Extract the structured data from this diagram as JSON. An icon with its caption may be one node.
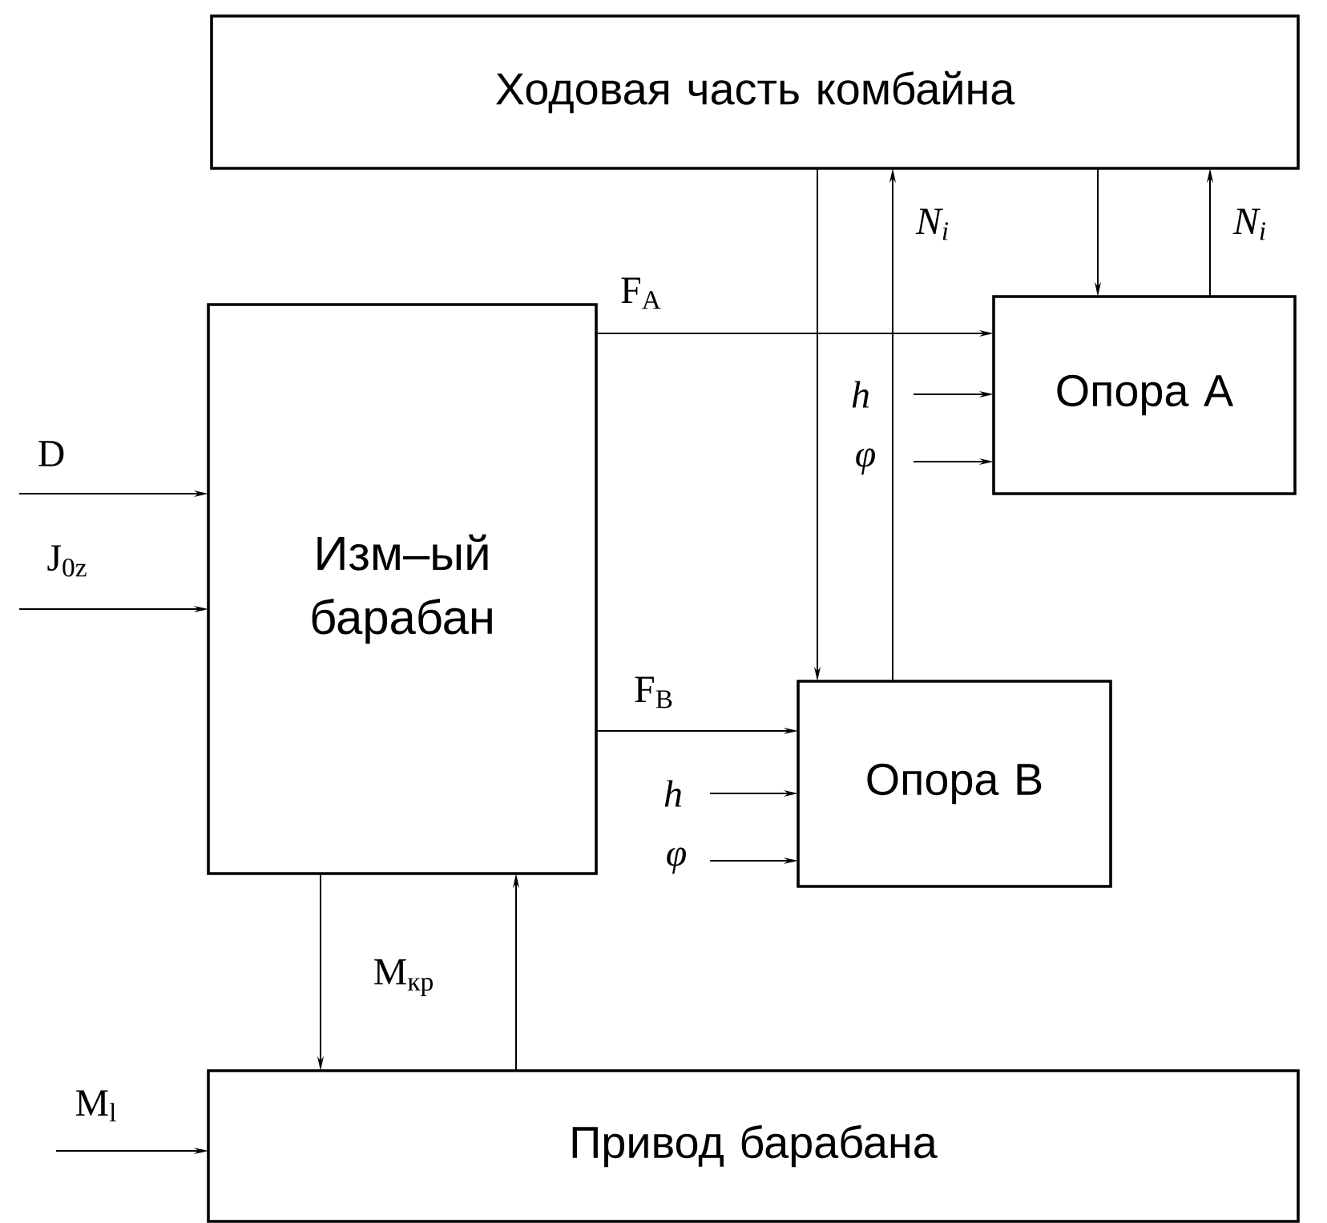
{
  "diagram": {
    "nodes": [
      {
        "text": [
          "Ходовая часть комбайна"
        ]
      },
      {
        "text": [
          "Изм–ый барабан"
        ]
      },
      {
        "text": [
          "Опора А"
        ]
      },
      {
        "text": [
          "Опора В"
        ]
      },
      {
        "text": [
          "Привод барабана"
        ]
      }
    ],
    "edges": [
      {
        "from": 1,
        "to": 2,
        "arrow": "to",
        "label": "F$_{A}$"
      },
      {
        "from": 1,
        "to": 3,
        "arrow": "to",
        "label": "F$_{B}$"
      },
      {
        "from": null,
        "to": 1,
        "arrow": "to",
        "label": "D"
      },
      {
        "from": null,
        "to": 1,
        "arrow": "to",
        "label": "J$_{0z}$"
      },
      {
        "from": null,
        "to": 2,
        "arrow": "to",
        "label": "h"
      },
      {
        "from": null,
        "to": 2,
        "arrow": "to",
        "label": "φ"
      },
      {
        "from": null,
        "to": 3,
        "arrow": "to",
        "label": "h"
      },
      {
        "from": null,
        "to": 3,
        "arrow": "to",
        "label": "φ"
      },
      {
        "from": 0,
        "to": 3,
        "arrow": "to"
      },
      {
        "from": 3,
        "to": 0,
        "arrow": "to",
        "label": "N$_{i}$"
      },
      {
        "from": 0,
        "to": 2,
        "arrow": "to"
      },
      {
        "from": 2,
        "to": 0,
        "arrow": "to",
        "label": "N$_{i}$"
      },
      {
        "from": 1,
        "to": 4,
        "arrow": "to",
        "label": "M$_{кр}$"
      },
      {
        "from": 4,
        "to": 1,
        "arrow": "to"
      },
      {
        "from": null,
        "to": 4,
        "arrow": "to",
        "label": "M$_{l}$"
      }
    ]
  }
}
